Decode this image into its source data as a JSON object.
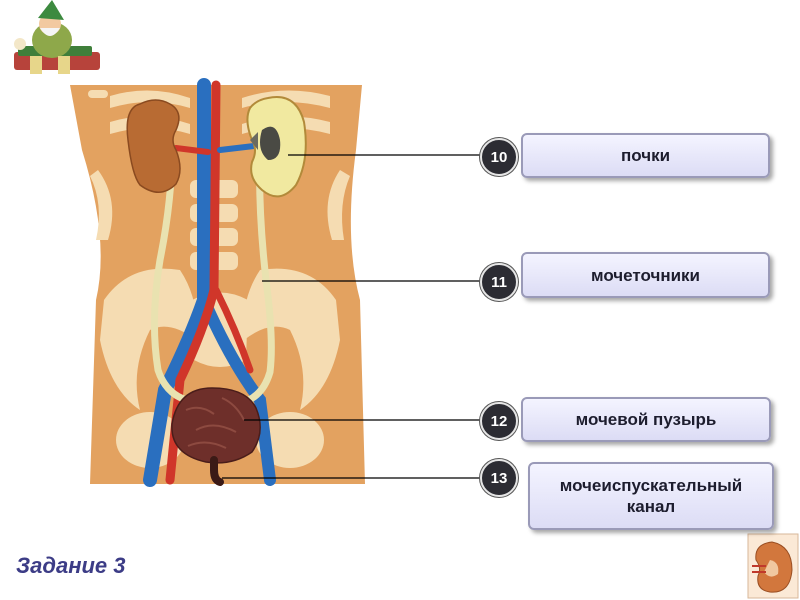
{
  "labels": [
    {
      "number": "10",
      "text": "почки"
    },
    {
      "number": "11",
      "text": "мочеточники"
    },
    {
      "number": "12",
      "text": "мочевой пузырь"
    },
    {
      "number": "13",
      "text": "мочеиспускательный канал"
    }
  ],
  "task_title": "Задание 3",
  "colors": {
    "skin": "#e3a260",
    "bone": "#f5dcb2",
    "vein": "#2a6fbf",
    "artery": "#d0362a",
    "ureter": "#e9e2b0",
    "kidney": "#b86b33",
    "bladder": "#6e2f2a",
    "box_fill": "#e6e6f8",
    "badge": "#2c2c33"
  },
  "icons": [
    "gnome-reading-icon",
    "kidney-cross-section-icon"
  ]
}
